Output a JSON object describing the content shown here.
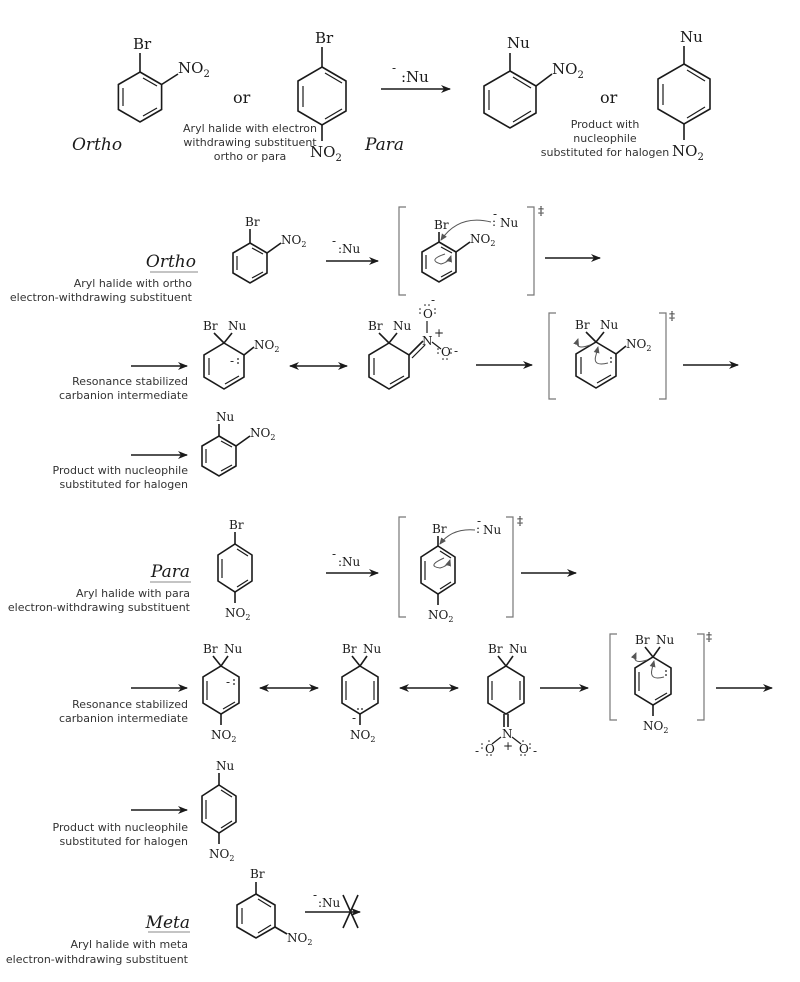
{
  "diagram": {
    "title": "Nucleophilic aromatic substitution of aryl halides",
    "overview": {
      "left_label": "Ortho",
      "right_label": "Para",
      "or_1": "or",
      "or_2": "or",
      "reactant_caption": [
        "Aryl halide with electron",
        "withdrawing substituent",
        "ortho or para"
      ],
      "reagent": ":Nu",
      "reagent_charge": "-",
      "product_caption": [
        "Product with",
        "nucleophile",
        "substituted for halogen"
      ]
    },
    "ortho": {
      "heading": "Ortho",
      "caption": [
        "Aryl halide with ortho",
        "electron-withdrawing substituent"
      ],
      "reagent": ":Nu",
      "intermediate_caption": [
        "Resonance stabilized",
        "carbanion intermediate"
      ],
      "product_caption": [
        "Product with nucleophile",
        "substituted for halogen"
      ]
    },
    "para": {
      "heading": "Para",
      "caption": [
        "Aryl halide with para",
        "electron-withdrawing substituent"
      ],
      "reagent": ":Nu",
      "intermediate_caption": [
        "Resonance stabilized",
        "carbanion intermediate"
      ],
      "product_caption": [
        "Product with nucleophile",
        "substituted for halogen"
      ]
    },
    "meta": {
      "heading": "Meta",
      "caption": [
        "Aryl halide with meta",
        "electron-withdrawing substituent"
      ],
      "reagent": ":Nu",
      "result": "no reaction"
    },
    "atoms": {
      "br": "Br",
      "nu": "Nu",
      "no2_main": "NO",
      "no2_sub": "2",
      "n": "N",
      "o": "O",
      "plus": "+",
      "minus": "-",
      "ts": "‡"
    }
  }
}
